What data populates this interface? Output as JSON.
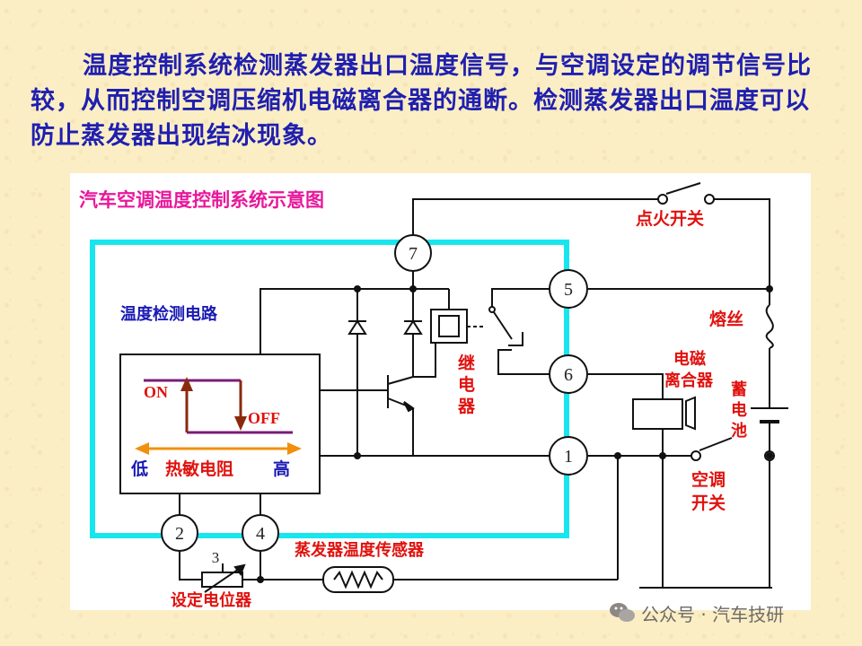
{
  "intro": {
    "text": "温度控制系统检测蒸发器出口温度信号，与空调设定的调节信号比较，从而控制空调压缩机电磁离合器的通断。检测蒸发器出口温度可以防止蒸发器出现结冰现象。"
  },
  "diagram": {
    "title": "汽车空调温度控制系统示意图",
    "labels": {
      "temp_circuit": "温度检测电路",
      "on": "ON",
      "off": "OFF",
      "low": "低",
      "thermistor": "热敏电阻",
      "high": "高",
      "relay_1": "继",
      "relay_2": "电",
      "relay_3": "器",
      "ignition": "点火开关",
      "fuse": "熔丝",
      "clutch_1": "电磁",
      "clutch_2": "离合器",
      "battery_1": "蓄",
      "battery_2": "电",
      "battery_3": "池",
      "ac_switch_1": "空调",
      "ac_switch_2": "开关",
      "sensor": "蒸发器温度传感器",
      "potentiometer": "设定电位器",
      "pot_num": "3"
    },
    "terminals": {
      "t7": "7",
      "t5": "5",
      "t6": "6",
      "t1": "1",
      "t2": "2",
      "t4": "4"
    },
    "colors": {
      "wire": "#111111",
      "module_border": "#18e6ef",
      "title": "#e8189b",
      "blue_label": "#1a1ab4",
      "red_label": "#e0120e",
      "graph_bar": "#7b1c79",
      "graph_arrow": "#8a2a0c",
      "range_arrow": "#f0900e"
    }
  },
  "watermark": {
    "text": "公众号 · 汽车技研",
    "icon": "wechat-icon"
  }
}
